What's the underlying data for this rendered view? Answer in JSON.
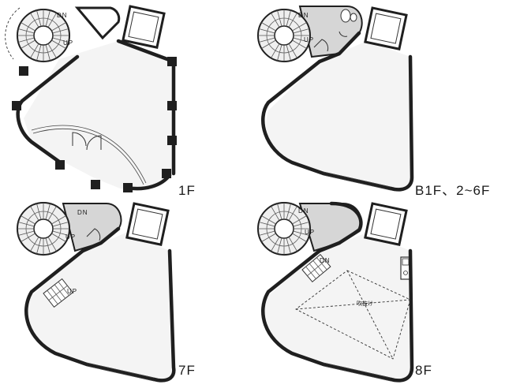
{
  "plans": [
    {
      "id": "plan-1f",
      "floor_label": "1F",
      "stair_dn": "DN",
      "stair_up": "UP"
    },
    {
      "id": "plan-b1f",
      "floor_label": "B1F、2~6F",
      "stair_dn": "DN",
      "stair_up": "UP"
    },
    {
      "id": "plan-7f",
      "floor_label": "7F",
      "stair_dn": "DN",
      "stair_up": "UP",
      "inner_stair_up": "UP"
    },
    {
      "id": "plan-8f",
      "floor_label": "8F",
      "stair_dn": "DN",
      "stair_up": "UP",
      "inner_stair_dn": "DN",
      "void_label": "吹抜け"
    }
  ]
}
